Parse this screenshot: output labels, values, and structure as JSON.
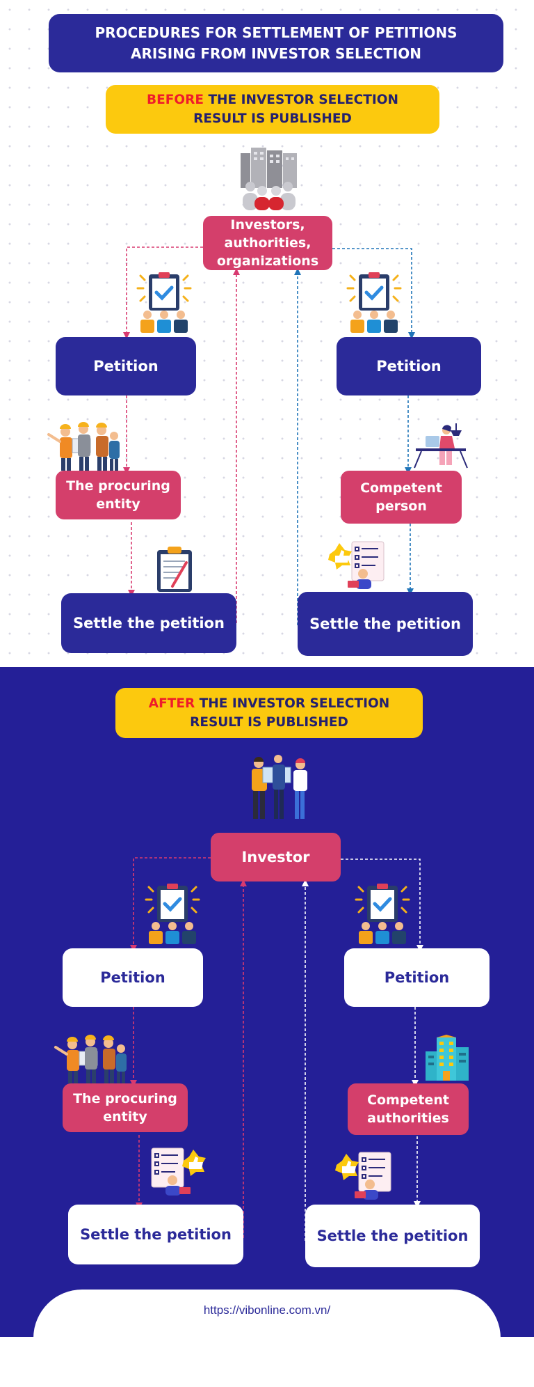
{
  "title": "PROCEDURES FOR SETTLEMENT OF PETITIONS ARISING FROM INVESTOR SELECTION",
  "colors": {
    "navy": "#2b2a99",
    "bottom_background": "#241f97",
    "pink": "#d43f6b",
    "yellow": "#fcc90e",
    "red_highlight": "#ef1b2b",
    "arrow_pink": "#d83a70",
    "arrow_blue": "#1f74b8",
    "arrow_white": "#ffffff"
  },
  "before": {
    "banner_highlight": "BEFORE",
    "banner_rest": " THE INVESTOR SELECTION RESULT IS PUBLISHED",
    "source": "Investors, authorities, organizations",
    "left_branch": {
      "petition": "Petition",
      "handler": "The procuring entity",
      "settle": "Settle the petition"
    },
    "right_branch": {
      "petition": "Petition",
      "handler": "Competent person",
      "settle": "Settle the petition"
    }
  },
  "after": {
    "banner_highlight": "AFTER",
    "banner_rest": " THE INVESTOR SELECTION RESULT IS PUBLISHED",
    "source": "Investor",
    "left_branch": {
      "petition": "Petition",
      "handler": "The procuring entity",
      "settle": "Settle the petition"
    },
    "right_branch": {
      "petition": "Petition",
      "handler": "Competent authorities",
      "settle": "Settle the petition"
    }
  },
  "icons": {
    "top_source": "buildings-people-icon",
    "checklist": "checklist-team-icon",
    "workers": "construction-workers-icon",
    "clipboard": "clipboard-pen-icon",
    "person_desk": "person-at-desk-icon",
    "thumbs_up": "thumbs-up-review-icon",
    "business_people": "business-people-icon",
    "office_building": "office-building-icon"
  },
  "footer": {
    "url": "https://vibonline.com.vn/"
  }
}
